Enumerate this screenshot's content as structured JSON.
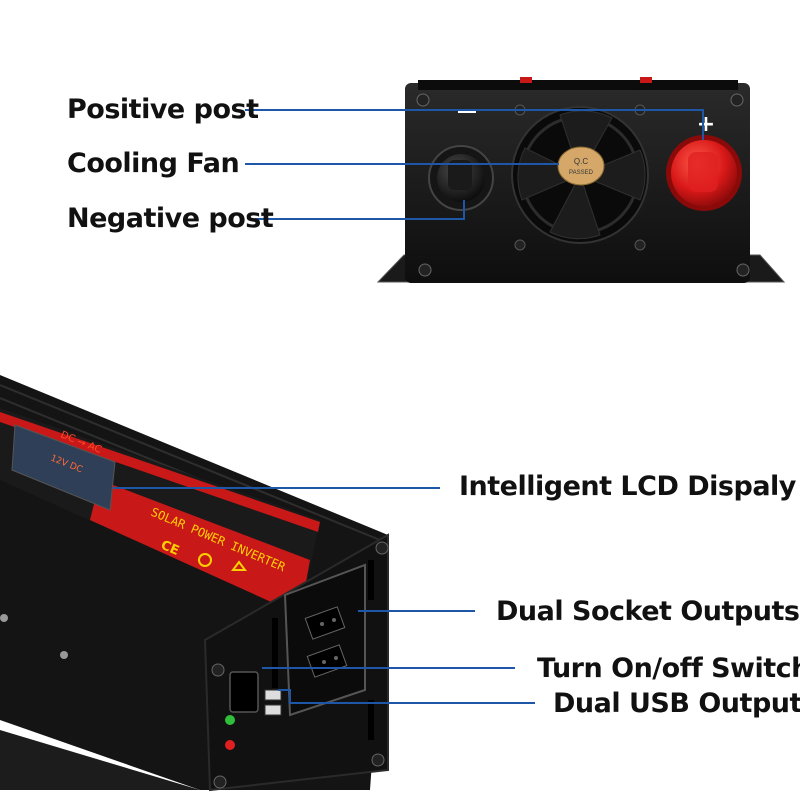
{
  "labels": {
    "positive_post": "Positive post",
    "cooling_fan": "Cooling Fan",
    "negative_post": "Negative post",
    "lcd_display": "Intelligent LCD Dispaly",
    "dual_socket": "Dual Socket Outputs",
    "switch": "Turn On/off Switch",
    "usb": "Dual USB Outputs"
  },
  "device_markings": {
    "fan_sticker_line1": "Q.C",
    "fan_sticker_line2": "PASSED",
    "plus_sign": "+",
    "panel_text": "SOLAR POWER INVERTER",
    "cert_mark": "CE",
    "flow_text": "DC → AC",
    "volt_text": "12V DC"
  },
  "colors": {
    "leader_line": "#1f57a8",
    "body_black": "#151515",
    "accent_red": "#c81818",
    "label_text": "#111111"
  }
}
